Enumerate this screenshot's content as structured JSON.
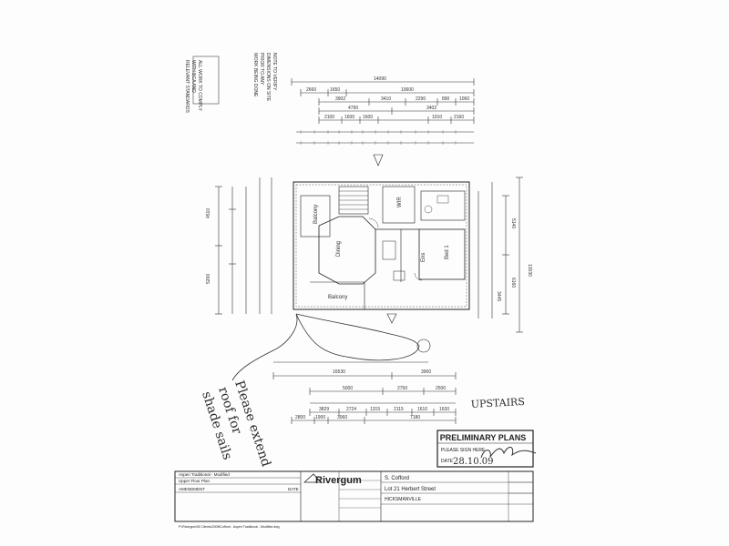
{
  "plan": {
    "dims": {
      "overall_top": "14090",
      "top_row_a": [
        "2660",
        "1650",
        "10600"
      ],
      "top_row_b": [
        "3902",
        "3410",
        "2290",
        "890",
        "1060"
      ],
      "top_row_c": [
        "4790",
        "3402"
      ],
      "top_row_d": [
        "2100",
        "1600",
        "1600",
        "1010",
        "2160"
      ],
      "side_left": [
        "4510",
        "5200"
      ],
      "side_right": [
        "13030",
        "5140",
        "6160",
        "3445"
      ],
      "bottom_row_a": [
        "16530",
        "3900"
      ],
      "bottom_row_b": [
        "5000",
        "2750",
        "2500"
      ],
      "bottom_row_c": [
        "3829",
        "2724",
        "1315",
        "2115",
        "1610",
        "1630"
      ],
      "bottom_row_d": [
        "2800",
        "1900",
        "3060",
        "7180"
      ]
    },
    "rooms": {
      "balcony_top": "Balcony",
      "dining": "Dining",
      "balcony": "Balcony",
      "bed": "Bed 1",
      "ens": "Ens",
      "wir": "WIR"
    },
    "handwriting": {
      "note_lines": [
        "Please extend",
        "roof for",
        "shade sails"
      ],
      "upstairs": "UPSTAIRS",
      "date": "28.10.09"
    },
    "stamp": {
      "title": "PRELIMINARY PLANS",
      "sign_label": "PLEASE SIGN HERE",
      "date_label": "DATE"
    }
  },
  "title_block": {
    "project_label": "Aspen Traditional - Modified",
    "floor_label": "Upper Floor Plan",
    "amendment_label": "AMENDMENT",
    "date_col": "DATE",
    "brand": "Rivergum",
    "client": "S. Cofford",
    "address": "Lot 21 Herbert Street",
    "suburb": "HICKSMANVILLE",
    "footer": "P:\\Rivergum\\00 Clients\\2008\\Cofford - Aspen Traditional - Modified.dwg"
  }
}
